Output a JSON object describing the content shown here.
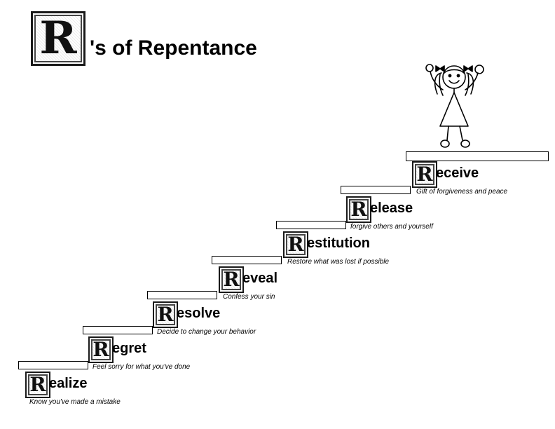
{
  "title": {
    "letter": "R",
    "text": "'s of Repentance"
  },
  "steps": [
    {
      "letter": "R",
      "word": "ealize",
      "desc": "Know you've made a mistake"
    },
    {
      "letter": "R",
      "word": "egret",
      "desc": "Feel sorry for what you've done"
    },
    {
      "letter": "R",
      "word": "esolve",
      "desc": "Decide to change your behavior"
    },
    {
      "letter": "R",
      "word": "eveal",
      "desc": "Confess your sin"
    },
    {
      "letter": "R",
      "word": "estitution",
      "desc": "Restore what was lost if possible"
    },
    {
      "letter": "R",
      "word": "elease",
      "desc": "forgive others and yourself"
    },
    {
      "letter": "R",
      "word": "eceive",
      "desc": "Gift of forgiveness and peace"
    }
  ],
  "illustration": {
    "icon": "stick-figure-girl-icon"
  }
}
